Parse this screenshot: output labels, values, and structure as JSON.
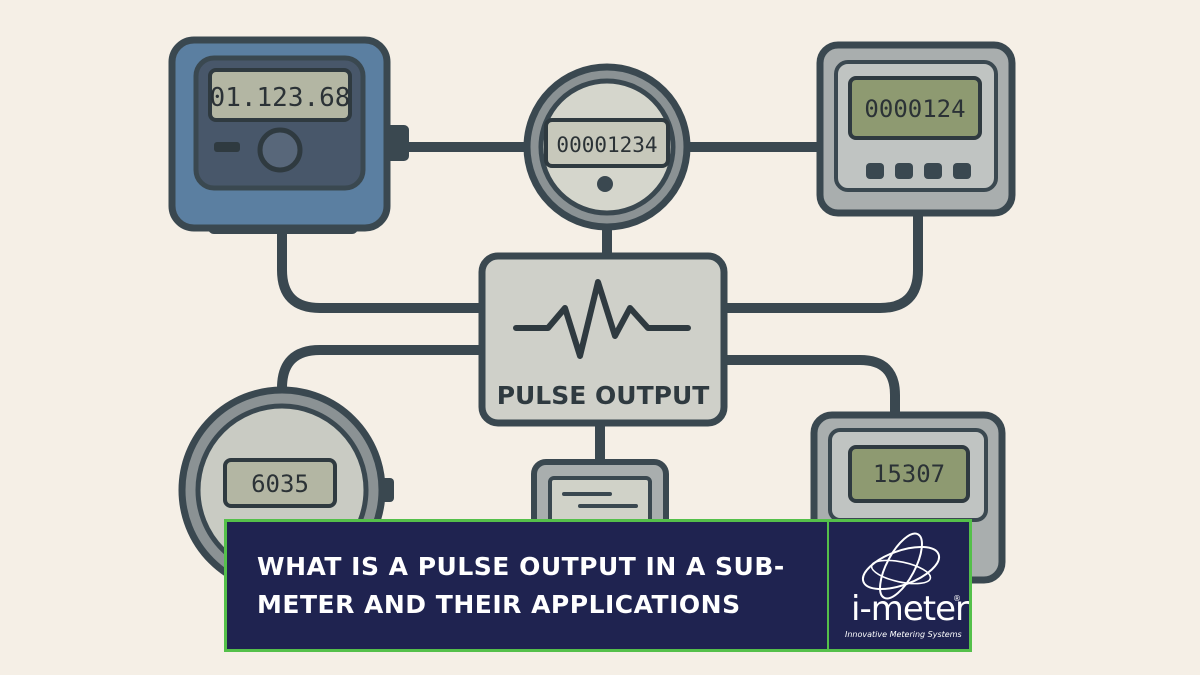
{
  "meters": {
    "top_left": "01.123.68",
    "top_center": "00001234",
    "top_right": "0000124",
    "bottom_left": "6035",
    "bottom_right": "15307"
  },
  "hub": {
    "label": "PULSE OUTPUT"
  },
  "banner": {
    "title_line1": "WHAT IS A PULSE OUTPUT IN A SUB-",
    "title_line2": "METER AND THEIR APPLICATIONS"
  },
  "logo": {
    "wordmark": "i-meter",
    "tagline": "Innovative Metering Systems",
    "registered": "®"
  },
  "colors": {
    "background": "#f5efe6",
    "banner_fill": "#1f2350",
    "banner_border": "#54c04a",
    "meter_blue": "#5b7fa1",
    "meter_gray": "#a9aeae",
    "lcd": "#a7ab96",
    "lcd_green": "#8e9a71",
    "cable": "#3a4850"
  }
}
